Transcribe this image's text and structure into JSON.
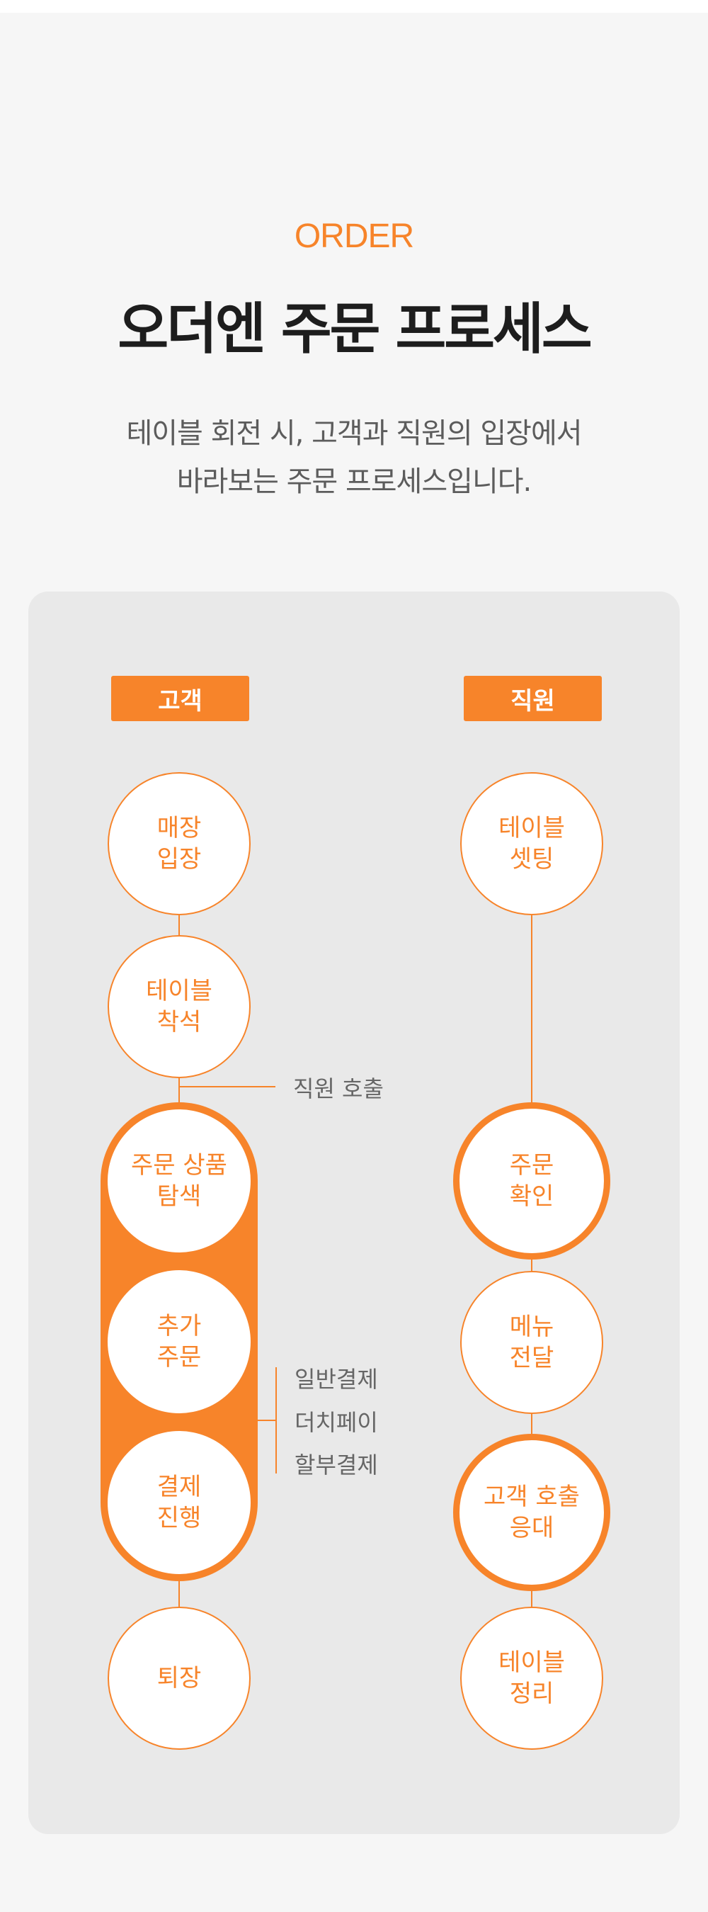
{
  "header": {
    "eyebrow": "ORDER",
    "title": "오더엔 주문 프로세스",
    "description_lines": [
      "테이블 회전 시, 고객과 직원의 입장에서",
      "바라보는 주문 프로세스입니다."
    ]
  },
  "process": {
    "customer": {
      "label": "고객",
      "steps": [
        {
          "line1": "매장",
          "line2": "입장"
        },
        {
          "line1": "테이블",
          "line2": "착석"
        },
        {
          "line1": "주문 상품",
          "line2": "탐색"
        },
        {
          "line1": "추가",
          "line2": "주문"
        },
        {
          "line1": "결제",
          "line2": "진행"
        },
        {
          "line1": "퇴장",
          "line2": ""
        }
      ],
      "staff_call_note": "직원 호출",
      "payment_options": [
        "일반결제",
        "더치페이",
        "할부결제"
      ]
    },
    "staff": {
      "label": "직원",
      "steps": [
        {
          "line1": "테이블",
          "line2": "셋팅"
        },
        {
          "line1": "주문",
          "line2": "확인"
        },
        {
          "line1": "메뉴",
          "line2": "전달"
        },
        {
          "line1": "고객 호출",
          "line2": "응대"
        },
        {
          "line1": "테이블",
          "line2": "정리"
        }
      ]
    }
  },
  "colors": {
    "accent": "#f7842a",
    "panel_bg": "#e9e9e9",
    "page_bg": "#f6f6f6",
    "title_text": "#1d1d1d",
    "body_text": "#5c5c5c"
  }
}
